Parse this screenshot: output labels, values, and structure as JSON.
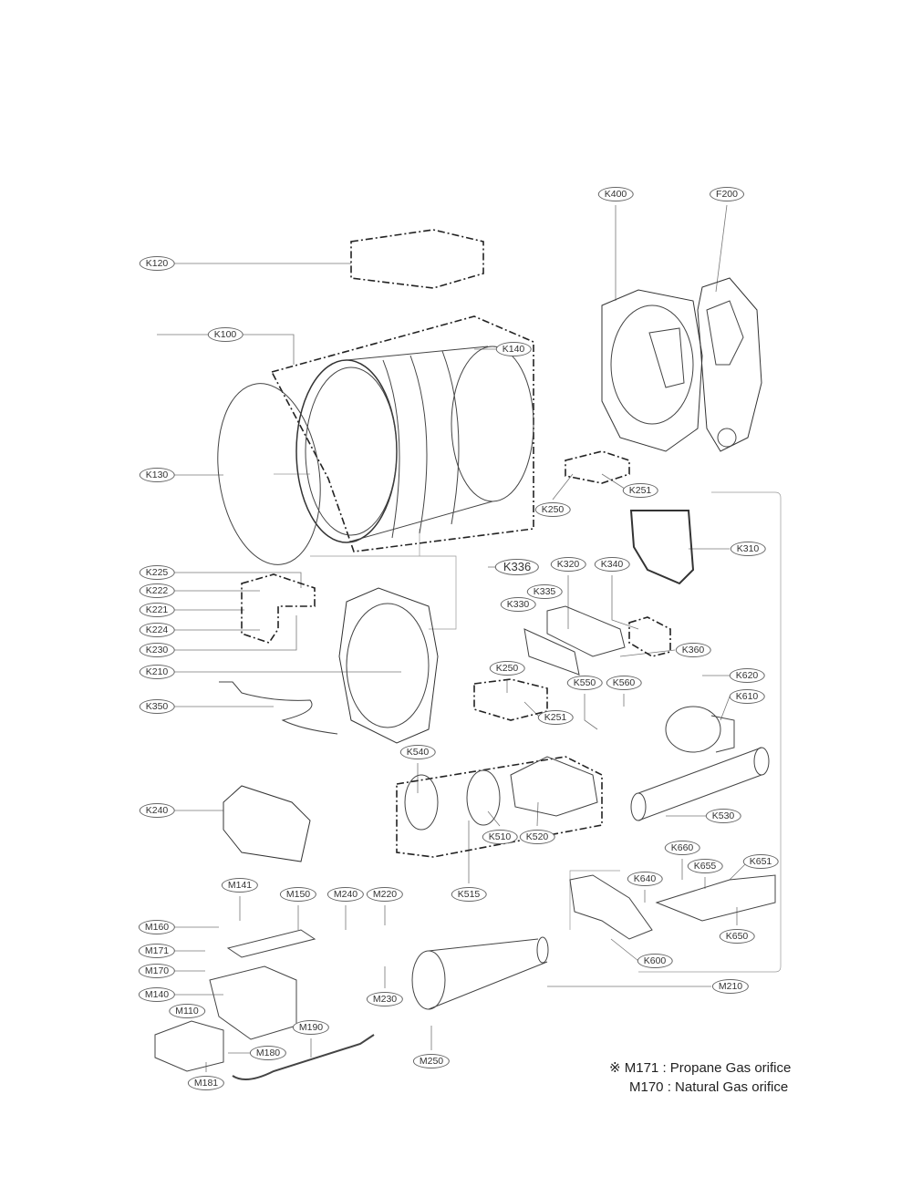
{
  "labels": [
    "K400",
    "F200",
    "K120",
    "K100",
    "K140",
    "K130",
    "K250",
    "K251",
    "K310",
    "K336",
    "K320",
    "K340",
    "K335",
    "K330",
    "K225",
    "K222",
    "K221",
    "K224",
    "K230",
    "K210",
    "K350",
    "K360",
    "K250",
    "K550",
    "K560",
    "K620",
    "K610",
    "K251",
    "K540",
    "K240",
    "K530",
    "K510",
    "K520",
    "K660",
    "K655",
    "K651",
    "K640",
    "K515",
    "K650",
    "K600",
    "M141",
    "M150",
    "M240",
    "M220",
    "M160",
    "M171",
    "M170",
    "M140",
    "M110",
    "M210",
    "M230",
    "M190",
    "M180",
    "M181",
    "M250"
  ],
  "notes": {
    "symbol": "※",
    "line1": "M171 : Propane Gas orifice",
    "line2": "M170 : Natural Gas orifice"
  }
}
